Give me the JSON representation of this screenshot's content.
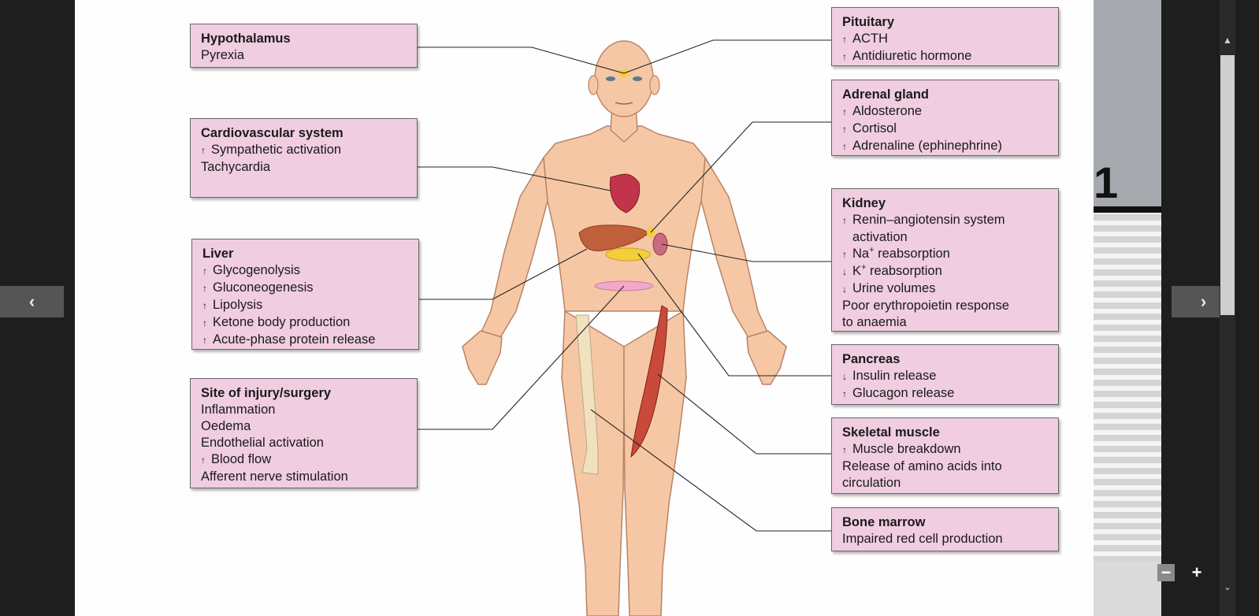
{
  "navigation": {
    "prev_label": "‹",
    "next_label": "›",
    "zoom_out_label": "−",
    "zoom_in_label": "+",
    "scroll_up_label": "▲",
    "scroll_down_label": "⌄"
  },
  "next_page_preview": {
    "number": "1"
  },
  "figure": {
    "left_boxes": [
      {
        "title": "Hypothalamus",
        "lines": [
          {
            "arrow": "",
            "text": "Pyrexia"
          }
        ]
      },
      {
        "title": "Cardiovascular system",
        "lines": [
          {
            "arrow": "up",
            "text": "Sympathetic activation"
          },
          {
            "arrow": "",
            "text": "Tachycardia"
          }
        ]
      },
      {
        "title": "Liver",
        "lines": [
          {
            "arrow": "up",
            "text": "Glycogenolysis"
          },
          {
            "arrow": "up",
            "text": "Gluconeogenesis"
          },
          {
            "arrow": "up",
            "text": "Lipolysis"
          },
          {
            "arrow": "up",
            "text": "Ketone body production"
          },
          {
            "arrow": "up",
            "text": "Acute-phase protein release"
          }
        ]
      },
      {
        "title": "Site of injury/surgery",
        "lines": [
          {
            "arrow": "",
            "text": "Inflammation"
          },
          {
            "arrow": "",
            "text": "Oedema"
          },
          {
            "arrow": "",
            "text": "Endothelial activation"
          },
          {
            "arrow": "up",
            "text": "Blood flow"
          },
          {
            "arrow": "",
            "text": "Afferent nerve stimulation"
          }
        ]
      }
    ],
    "right_boxes": [
      {
        "title": "Pituitary",
        "lines": [
          {
            "arrow": "up",
            "text": "ACTH"
          },
          {
            "arrow": "up",
            "text": "Antidiuretic hormone"
          }
        ]
      },
      {
        "title": "Adrenal gland",
        "lines": [
          {
            "arrow": "up",
            "text": "Aldosterone"
          },
          {
            "arrow": "up",
            "text": "Cortisol"
          },
          {
            "arrow": "up",
            "text": "Adrenaline (ephinephrine)"
          }
        ]
      },
      {
        "title": "Kidney",
        "lines": [
          {
            "arrow": "up",
            "text": "Renin–angiotensin system"
          },
          {
            "arrow": "indent",
            "text": "activation"
          },
          {
            "arrow": "up",
            "text": "Na",
            "sup": "+",
            "tail": " reabsorption"
          },
          {
            "arrow": "down",
            "text": "K",
            "sup": "+",
            "tail": " reabsorption"
          },
          {
            "arrow": "down",
            "text": "Urine volumes"
          },
          {
            "arrow": "",
            "text": "Poor erythropoietin response"
          },
          {
            "arrow": "",
            "text": "to anaemia"
          }
        ]
      },
      {
        "title": "Pancreas",
        "lines": [
          {
            "arrow": "down",
            "text": "Insulin release"
          },
          {
            "arrow": "up",
            "text": "Glucagon release"
          }
        ]
      },
      {
        "title": "Skeletal muscle",
        "lines": [
          {
            "arrow": "up",
            "text": "Muscle breakdown"
          },
          {
            "arrow": "",
            "text": "Release of amino acids into"
          },
          {
            "arrow": "",
            "text": "circulation"
          }
        ]
      },
      {
        "title": "Bone marrow",
        "lines": [
          {
            "arrow": "",
            "text": "Impaired red cell production"
          }
        ]
      }
    ]
  },
  "colors": {
    "box_fill": "#f0cde0",
    "skin": "#f6c7a4",
    "skin_outline": "#b98466",
    "heart": "#c1344a",
    "liver": "#c0603a",
    "pancreas": "#f3cf3b",
    "kidney": "#c96a80",
    "muscle": "#c9493b",
    "bone": "#f0e2bf"
  }
}
